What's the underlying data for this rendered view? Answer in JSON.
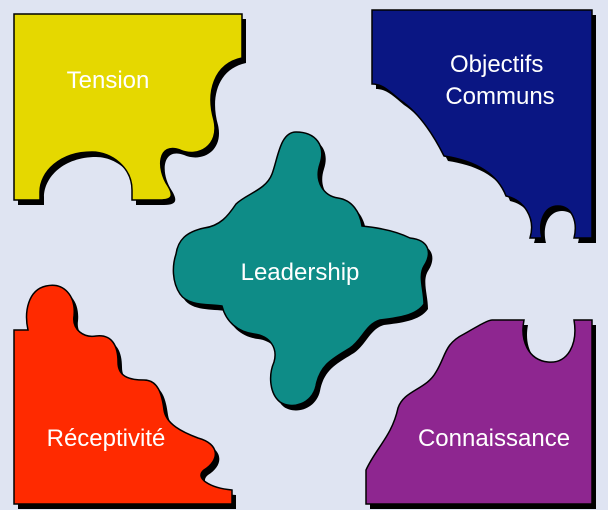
{
  "diagram": {
    "pieces": {
      "tension": {
        "label": "Tension",
        "color": "#e5d800"
      },
      "objectifs": {
        "label_lines": [
          "Objectifs",
          "Communs"
        ],
        "color": "#0a1683"
      },
      "leadership": {
        "label": "Leadership",
        "color": "#0e8c87"
      },
      "receptivite": {
        "label": "Réceptivité",
        "color": "#ff2a00"
      },
      "connaissance": {
        "label": "Connaissance",
        "color": "#8e2690"
      }
    },
    "background": "#dfe4f2",
    "shadow": "#000000"
  }
}
